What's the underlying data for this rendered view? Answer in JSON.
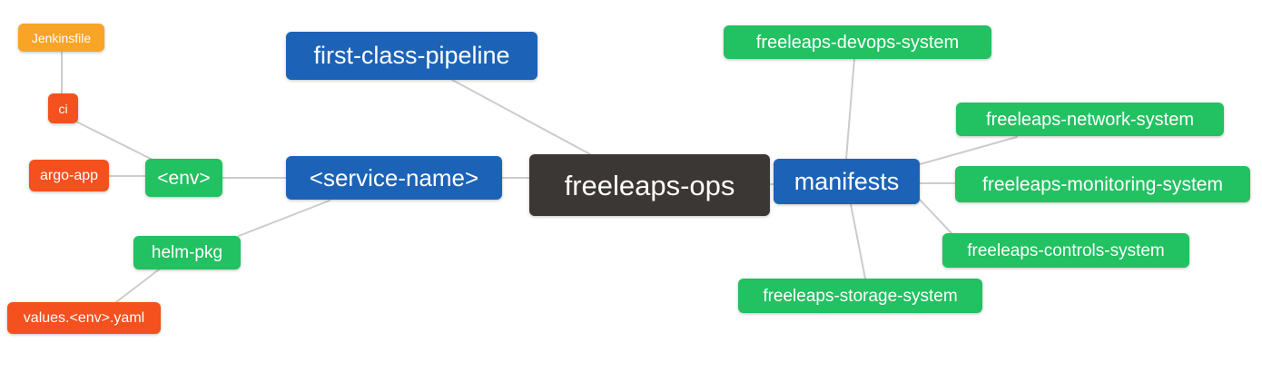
{
  "palette": {
    "blue": "#1c63b7",
    "green": "#22c161",
    "orange": "#f8a427",
    "red": "#f4511e",
    "dark": "#3b3734",
    "edge_gray": "#cccccc",
    "text": "#ffffff",
    "background": "#ffffff"
  },
  "diagram": {
    "root_id": "freeleaps_ops",
    "nodes": {
      "jenkinsfile": {
        "label": "Jenkinsfile",
        "color": "#f8a427"
      },
      "ci": {
        "label": "ci",
        "color": "#f4511e"
      },
      "argo_app": {
        "label": "argo-app",
        "color": "#f4511e"
      },
      "env": {
        "label": "<env>",
        "color": "#22c161"
      },
      "helm_pkg": {
        "label": "helm-pkg",
        "color": "#22c161"
      },
      "values_env_yaml": {
        "label": "values.<env>.yaml",
        "color": "#f4511e"
      },
      "first_class_pipeline": {
        "label": "first-class-pipeline",
        "color": "#1c63b7"
      },
      "service_name": {
        "label": "<service-name>",
        "color": "#1c63b7"
      },
      "freeleaps_ops": {
        "label": "freeleaps-ops",
        "color": "#3b3734"
      },
      "manifests": {
        "label": "manifests",
        "color": "#1c63b7"
      },
      "devops_system": {
        "label": "freeleaps-devops-system",
        "color": "#22c161"
      },
      "network_system": {
        "label": "freeleaps-network-system",
        "color": "#22c161"
      },
      "monitoring_system": {
        "label": "freeleaps-monitoring-system",
        "color": "#22c161"
      },
      "controls_system": {
        "label": "freeleaps-controls-system",
        "color": "#22c161"
      },
      "storage_system": {
        "label": "freeleaps-storage-system",
        "color": "#22c161"
      }
    },
    "edges": [
      {
        "from": "jenkinsfile",
        "to": "ci"
      },
      {
        "from": "ci",
        "to": "env"
      },
      {
        "from": "argo_app",
        "to": "env"
      },
      {
        "from": "env",
        "to": "service_name"
      },
      {
        "from": "service_name",
        "to": "helm_pkg"
      },
      {
        "from": "helm_pkg",
        "to": "values_env_yaml"
      },
      {
        "from": "first_class_pipeline",
        "to": "freeleaps_ops"
      },
      {
        "from": "service_name",
        "to": "freeleaps_ops"
      },
      {
        "from": "freeleaps_ops",
        "to": "manifests"
      },
      {
        "from": "manifests",
        "to": "devops_system"
      },
      {
        "from": "manifests",
        "to": "network_system"
      },
      {
        "from": "manifests",
        "to": "monitoring_system"
      },
      {
        "from": "manifests",
        "to": "controls_system"
      },
      {
        "from": "manifests",
        "to": "storage_system"
      }
    ]
  }
}
